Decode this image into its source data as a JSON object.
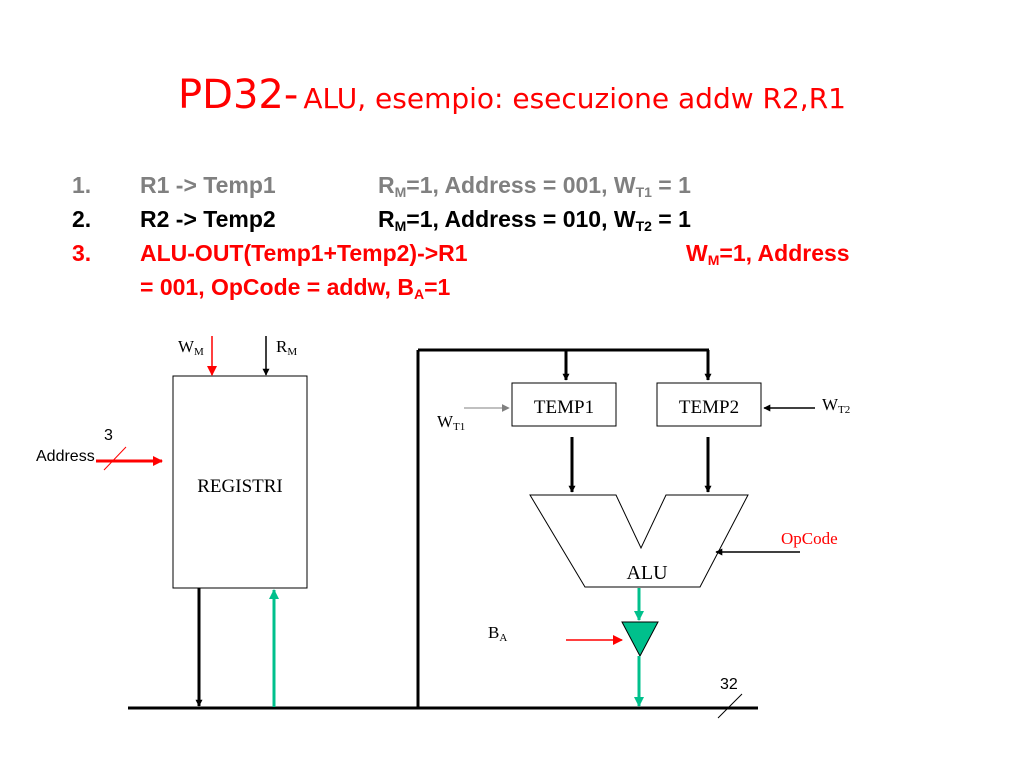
{
  "title": {
    "main": "PD32-",
    "sub": "ALU, esempio: esecuzione addw R2,R1"
  },
  "steps": [
    {
      "num": "1.",
      "action": "R1 -> Temp1",
      "ctrl_a": "R",
      "ctrl_a_sub": "M",
      "ctrl_b": "=1, Address = 001, W",
      "ctrl_b_sub": "T1",
      "ctrl_c": " = 1"
    },
    {
      "num": "2.",
      "action": "R2 -> Temp2",
      "ctrl_a": "R",
      "ctrl_a_sub": "M",
      "ctrl_b": "=1, Address = 010, W",
      "ctrl_b_sub": "T2",
      "ctrl_c": " = 1"
    },
    {
      "num": "3.",
      "action": "ALU-OUT(Temp1+Temp2)->R1",
      "ctrl_a": "W",
      "ctrl_a_sub": "M",
      "ctrl_b": "=1, Address",
      "line2": "= 001, OpCode = addw, B",
      "line2_sub": "A",
      "line2_end": "=1"
    }
  ],
  "diagram": {
    "registri": "REGISTRI",
    "temp1": "TEMP1",
    "temp2": "TEMP2",
    "alu": "ALU",
    "opcode": "OpCode",
    "address": "Address",
    "address_width": "3",
    "bus_width": "32",
    "wm": {
      "main": "W",
      "sub": "M"
    },
    "rm": {
      "main": "R",
      "sub": "M"
    },
    "wt1": {
      "main": "W",
      "sub": "T1"
    },
    "wt2": {
      "main": "W",
      "sub": "T2"
    },
    "ba": {
      "main": "B",
      "sub": "A"
    }
  },
  "colors": {
    "title": "#ff0000",
    "step1": "#808080",
    "step2": "#000000",
    "step3": "#ff0000",
    "control_arrow": "#ff0000",
    "data_path": "#00c08c",
    "bus": "#000000"
  }
}
